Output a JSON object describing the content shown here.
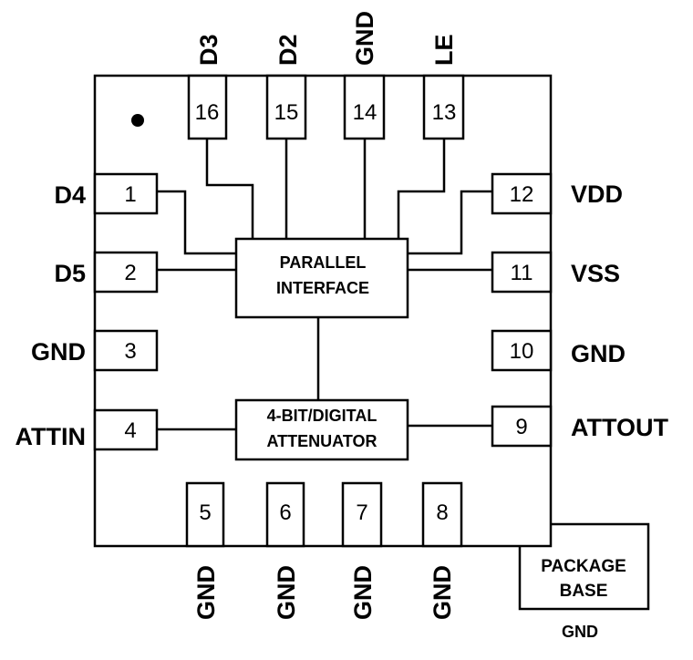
{
  "pins": {
    "p1": {
      "num": "1",
      "label": "D4"
    },
    "p2": {
      "num": "2",
      "label": "D5"
    },
    "p3": {
      "num": "3",
      "label": "GND"
    },
    "p4": {
      "num": "4",
      "label": "ATTIN"
    },
    "p5": {
      "num": "5",
      "label": "GND"
    },
    "p6": {
      "num": "6",
      "label": "GND"
    },
    "p7": {
      "num": "7",
      "label": "GND"
    },
    "p8": {
      "num": "8",
      "label": "GND"
    },
    "p9": {
      "num": "9",
      "label": "ATTOUT"
    },
    "p10": {
      "num": "10",
      "label": "GND"
    },
    "p11": {
      "num": "11",
      "label": "VSS"
    },
    "p12": {
      "num": "12",
      "label": "VDD"
    },
    "p13": {
      "num": "13",
      "label": "LE"
    },
    "p14": {
      "num": "14",
      "label": "GND"
    },
    "p15": {
      "num": "15",
      "label": "D2"
    },
    "p16": {
      "num": "16",
      "label": "D3"
    }
  },
  "blocks": {
    "parallel": {
      "line1": "PARALLEL",
      "line2": "INTERFACE"
    },
    "attenuator": {
      "line1": "4-BIT/DIGITAL",
      "line2": "ATTENUATOR"
    }
  },
  "package": {
    "line1": "PACKAGE",
    "line2": "BASE",
    "ground_label": "GND"
  }
}
